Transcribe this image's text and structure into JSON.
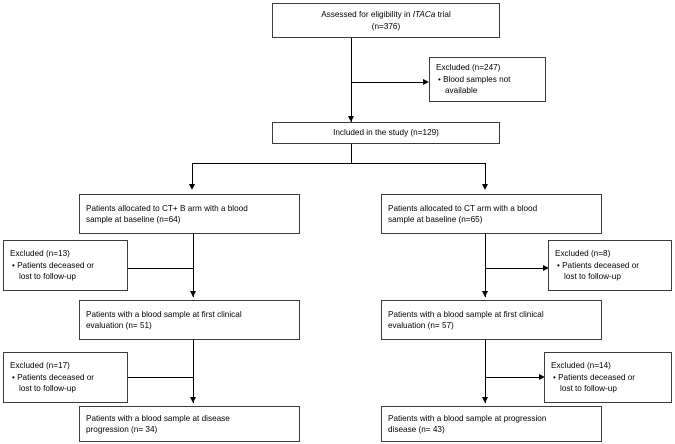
{
  "diagram": {
    "title": "ITACa trial blood sample CONSORT flow diagram",
    "type": "flowchart",
    "nodes": {
      "assessed": {
        "line1_pre": "Assessed for eligibility in ",
        "line1_italic": "ITACa",
        "line1_post": " trial",
        "line2": "(n=376)"
      },
      "excluded_screening": {
        "heading": "Excluded  (n=247)",
        "bullet1": "Blood samples not available"
      },
      "included": {
        "line1": "Included in the study (n=129)"
      },
      "arm_ctb_baseline": {
        "line1": "Patients allocated to CT+ B arm with a blood",
        "line2": "sample at baseline (n=64)"
      },
      "arm_ct_baseline": {
        "line1": "Patients allocated to CT arm with a blood",
        "line2": "sample at baseline (n=65)"
      },
      "excluded_ctb_1": {
        "heading": "Excluded  (n=13)",
        "bullet1": "Patients deceased or",
        "bullet1_cont": "lost to follow-up"
      },
      "excluded_ct_1": {
        "heading": "Excluded  (n=8)",
        "bullet1": "Patients deceased or",
        "bullet1_cont": "lost to follow-up"
      },
      "ctb_first_eval": {
        "line1": "Patients with a blood sample at first clinical",
        "line2": "evaluation (n= 51)"
      },
      "ct_first_eval": {
        "line1": "Patients with a blood sample at first clinical",
        "line2": "evaluation (n= 57)"
      },
      "excluded_ctb_2": {
        "heading": "Excluded  (n=17)",
        "bullet1": "Patients deceased or",
        "bullet1_cont": "lost to follow-up"
      },
      "excluded_ct_2": {
        "heading": "Excluded  (n=14)",
        "bullet1": "Patients deceased or",
        "bullet1_cont": "lost to follow-up"
      },
      "ctb_progression": {
        "line1": "Patients with a blood sample at disease",
        "line2": "progression (n= 34)"
      },
      "ct_progression": {
        "line1": "Patients with a blood sample at progression",
        "line2": "disease (n= 43)"
      }
    },
    "bullet_glyph": "•",
    "colors": {
      "border": "#3b3b3b",
      "line": "#000000",
      "text": "#000000",
      "background": "#ffffff"
    }
  }
}
